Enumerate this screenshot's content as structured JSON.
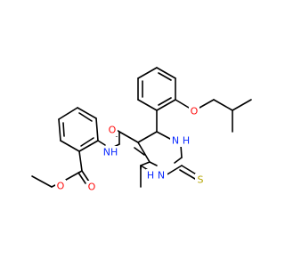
{
  "molecule": {
    "atom_labels": {
      "ester_carbonyl_O": "O",
      "ester_O": "O",
      "amide_NH": "NH",
      "amide_O": "O",
      "ether_O": "O",
      "ring_N3": "N",
      "ring_N3_H": "H",
      "ring_N1": "N",
      "ring_N1_H": "H",
      "thione_S": "S"
    },
    "colors": {
      "bond": "#000000",
      "oxygen": "#ff0d0d",
      "nitrogen": "#0b2aff",
      "sulfur": "#b3a400",
      "background": "#ffffff"
    }
  }
}
